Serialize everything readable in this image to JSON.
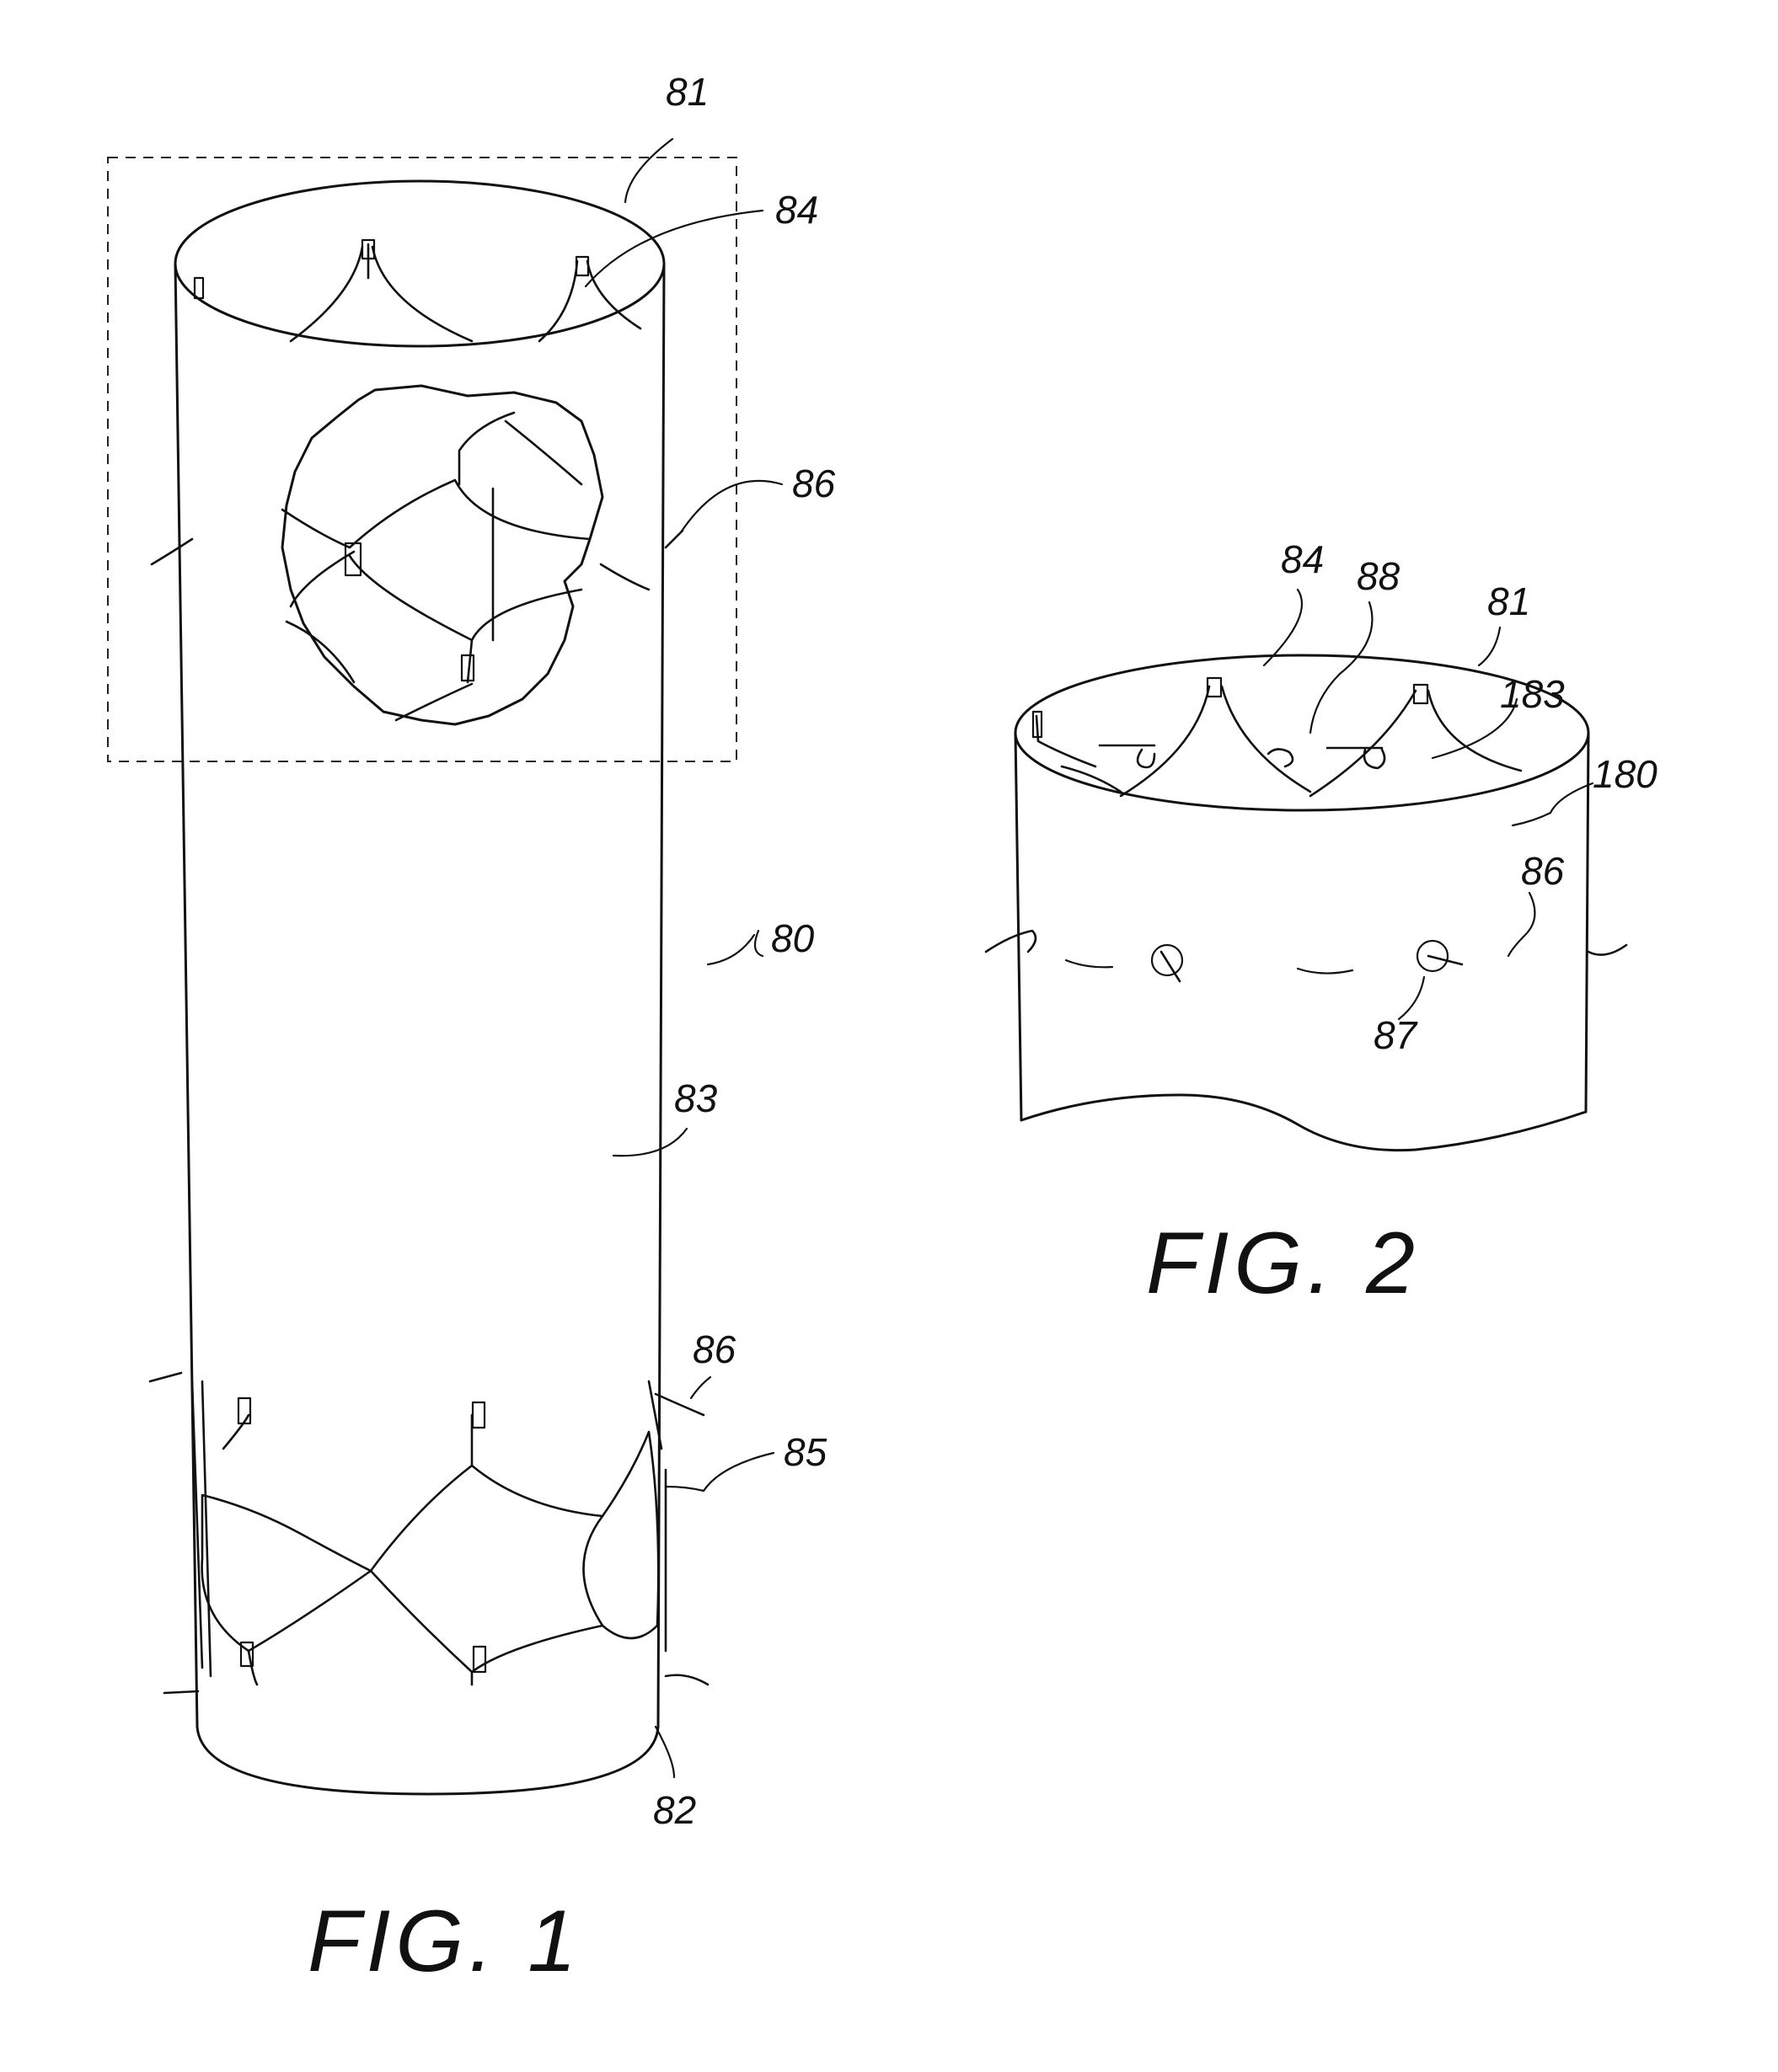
{
  "figure1": {
    "caption": "FIG.   1",
    "labels": {
      "ref_81": "81",
      "ref_84": "84",
      "ref_86_top": "86",
      "ref_80": "80",
      "ref_83": "83",
      "ref_86_bottom": "86",
      "ref_85": "85",
      "ref_82": "82"
    }
  },
  "figure2": {
    "caption": "FIG.   2",
    "labels": {
      "ref_84": "84",
      "ref_88": "88",
      "ref_81": "81",
      "ref_183": "183",
      "ref_180": "180",
      "ref_86": "86",
      "ref_87": "87"
    }
  }
}
